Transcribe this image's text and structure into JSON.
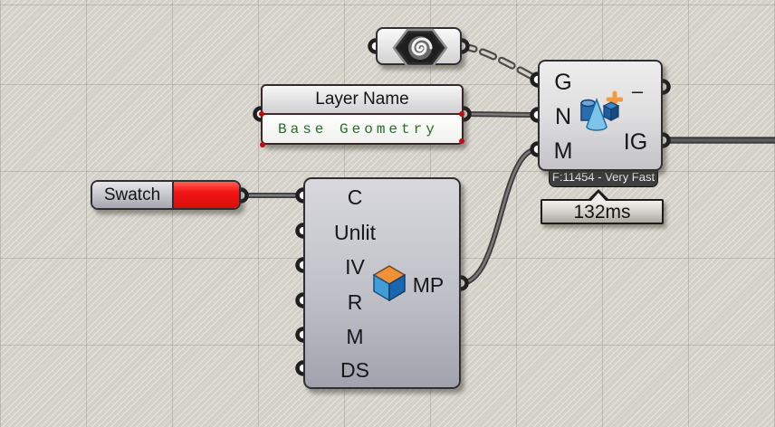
{
  "canvas": {
    "bg_color": "#d4d1c9",
    "grid_color": "#78726a",
    "wire_color": "#3d3d3d"
  },
  "spiral_node": {
    "icon": "spiral-hexagon-icon"
  },
  "panel": {
    "title": "Layer Name",
    "value": "Base Geometry",
    "value_color": "#276c27",
    "grip_color": "#c40a0a"
  },
  "swatch": {
    "label": "Swatch",
    "color": "#ee1111"
  },
  "material": {
    "inputs": [
      "C",
      "Unlit",
      "IV",
      "R",
      "M",
      "DS"
    ],
    "output": "MP",
    "icon": "create-material-cube-icon"
  },
  "bake": {
    "inputs": [
      "G",
      "N",
      "M"
    ],
    "outputs": [
      "–",
      "IG"
    ],
    "icon": "bake-geometry-icon",
    "runtime_badge": "F:11454 - Very Fast",
    "profiler": "132ms"
  }
}
